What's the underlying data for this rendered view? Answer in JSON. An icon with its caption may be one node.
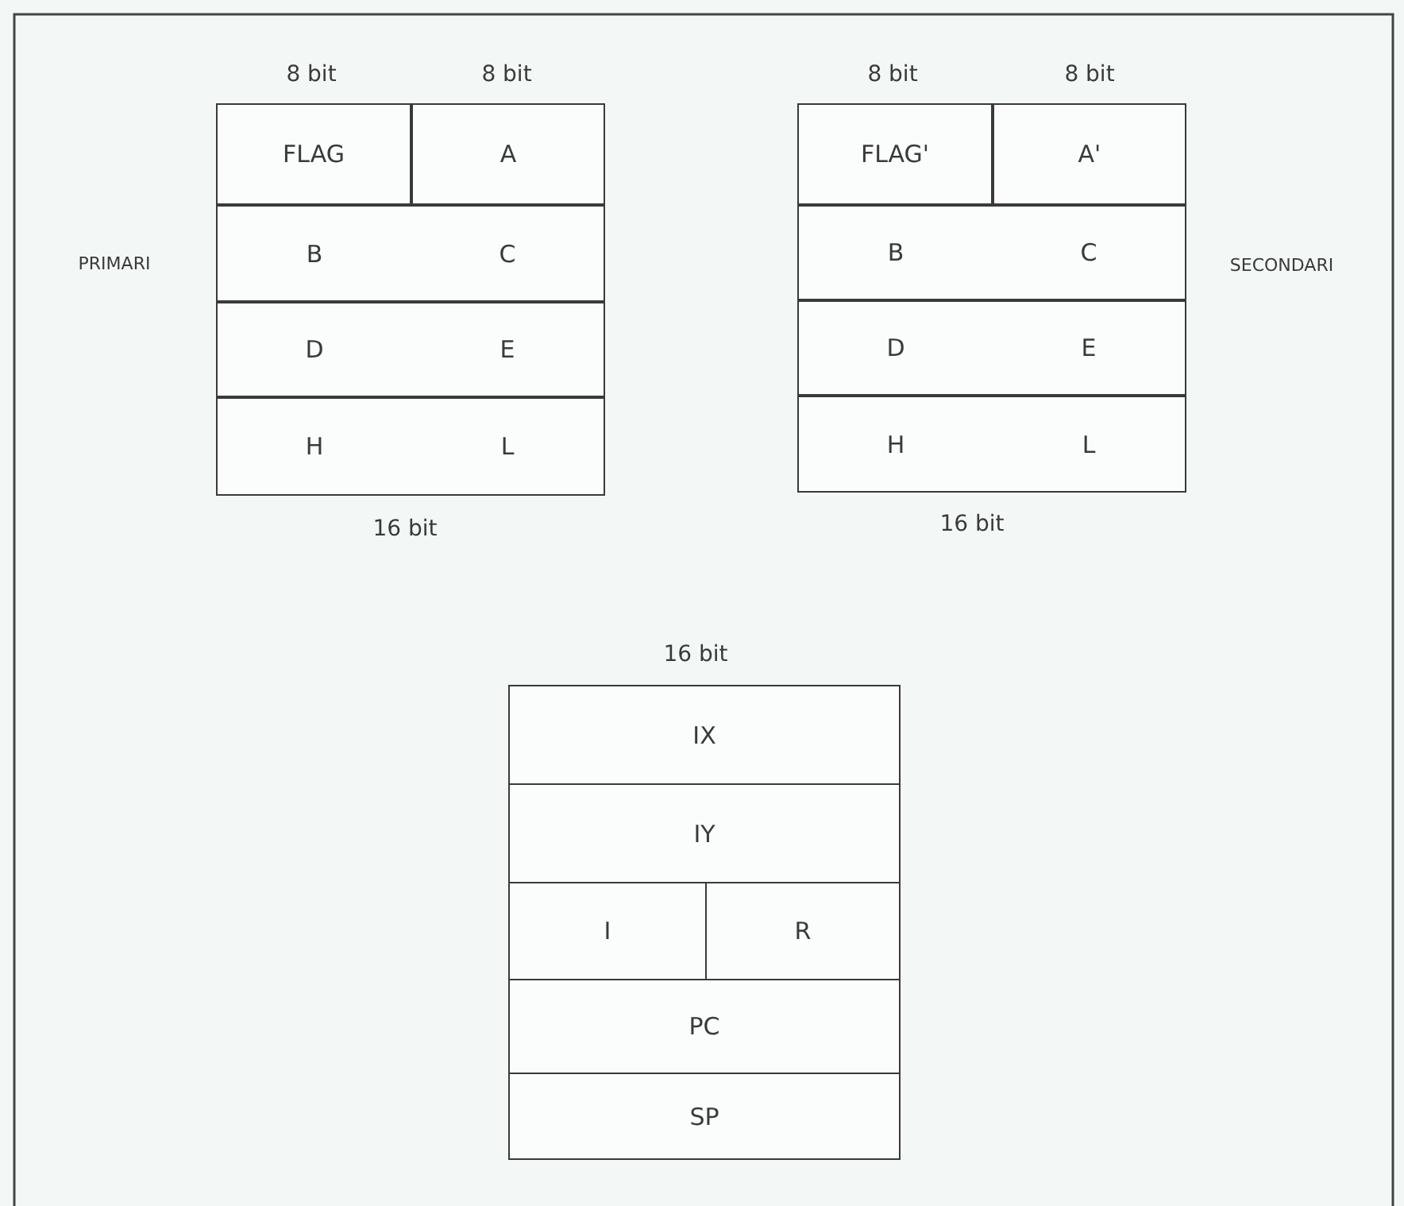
{
  "diagram": {
    "nodes": [
      {
        "text": [
          "FLAG"
        ]
      },
      {
        "text": [
          "A"
        ]
      },
      {
        "text": [
          "B"
        ]
      },
      {
        "text": [
          "C"
        ]
      },
      {
        "text": [
          "D"
        ]
      },
      {
        "text": [
          "E"
        ]
      },
      {
        "text": [
          "H"
        ]
      },
      {
        "text": [
          "L"
        ]
      },
      {
        "text": [
          "FLAG'"
        ]
      },
      {
        "text": [
          "A'"
        ]
      },
      {
        "text": [
          "B"
        ]
      },
      {
        "text": [
          "C"
        ]
      },
      {
        "text": [
          "D"
        ]
      },
      {
        "text": [
          "E"
        ]
      },
      {
        "text": [
          "H"
        ]
      },
      {
        "text": [
          "L"
        ]
      },
      {
        "text": [
          "IX"
        ]
      },
      {
        "text": [
          "IY"
        ]
      },
      {
        "text": [
          "I"
        ]
      },
      {
        "text": [
          "R"
        ]
      },
      {
        "text": [
          "PC"
        ]
      },
      {
        "text": [
          "SP"
        ]
      }
    ],
    "labels": [
      "8 bit",
      "8 bit",
      "8 bit",
      "8 bit",
      "PRIMARI",
      "SECONDARI",
      "16 bit",
      "16 bit",
      "16 bit"
    ]
  }
}
